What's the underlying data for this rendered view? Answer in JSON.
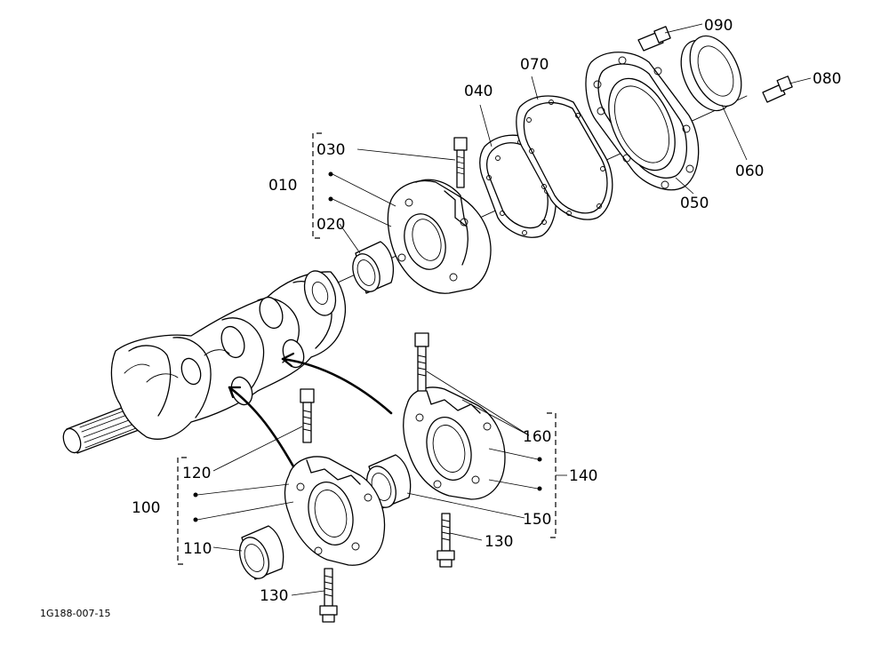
{
  "drawing_ref": "1G188-007-15",
  "callouts": {
    "c010": "010",
    "c020": "020",
    "c030": "030",
    "c040": "040",
    "c050": "050",
    "c060": "060",
    "c070": "070",
    "c080": "080",
    "c090": "090",
    "c100": "100",
    "c110": "110",
    "c120": "120",
    "c130a": "130",
    "c130b": "130",
    "c140": "140",
    "c150": "150",
    "c160": "160"
  }
}
